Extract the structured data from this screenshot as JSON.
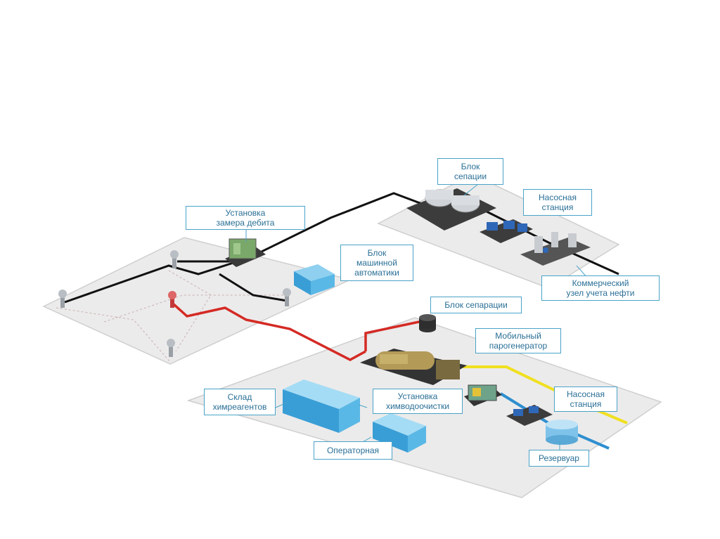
{
  "labels": {
    "meter": "Установка\nзамера дебита",
    "automation": "Блок\nмашинной\nавтоматики",
    "separation_top": "Блок\nсепации",
    "pump_top": "Насосная\nстанция",
    "commercial": "Коммерческий\nузел учета нефти",
    "separation_bottom": "Блок сепарации",
    "steam": "Мобильный\nпарогенератор",
    "chem_storage": "Склад\nхимреагентов",
    "water_treatment": "Установка\nхимводоочистки",
    "pump_bottom": "Насосная\nстанция",
    "operator": "Операторная",
    "tank": "Резервуар"
  },
  "colors": {
    "platform": "#ecebeb",
    "platform_edge": "#cfcfcf",
    "oil_line": "#111111",
    "steam_line": "#d42a24",
    "water_line": "#2e8fd0",
    "treated_line": "#f0e020",
    "building": "#5ab8e6",
    "callout_border": "#4aa3c8",
    "callout_text": "#2a6f96"
  }
}
